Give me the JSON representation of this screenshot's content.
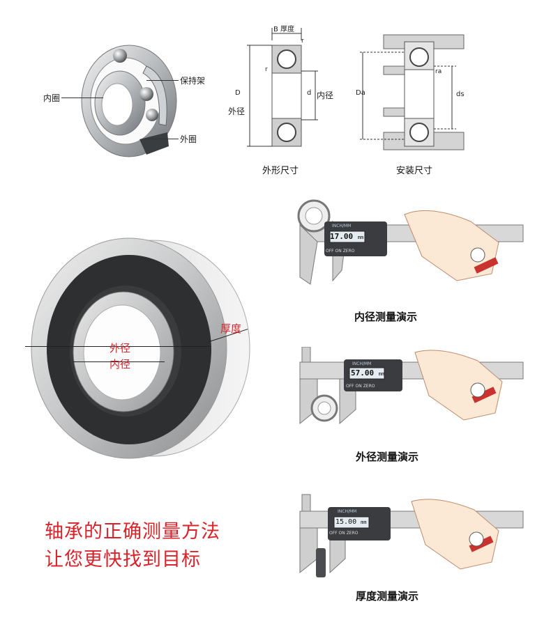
{
  "diagram1": {
    "inner_ring": "内圈",
    "cage": "保持架",
    "outer_ring": "外圈"
  },
  "diagram2": {
    "thickness": "B 厚度",
    "r_top": "r",
    "r_left": "r",
    "D": "D",
    "outer_dia": "外径",
    "d": "d",
    "inner_dia": "内径",
    "caption": "外形尺寸"
  },
  "diagram3": {
    "Da": "Da",
    "ra": "ra",
    "ds": "ds",
    "caption": "安装尺寸"
  },
  "photo": {
    "thickness": "厚度",
    "outer_dia": "外径",
    "inner_dia": "内径"
  },
  "calipers": [
    {
      "reading": "17.00",
      "unit": "mm",
      "brand": "INCH/MM",
      "buttons": [
        "OFF",
        "ON",
        "ZERO"
      ],
      "caption": "内径测量演示"
    },
    {
      "reading": "57.00",
      "unit": "mm",
      "brand": "INCH/MM",
      "buttons": [
        "OFF",
        "ON",
        "ZERO"
      ],
      "caption": "外径测量演示"
    },
    {
      "reading": "15.00",
      "unit": "mm",
      "brand": "INCH/MM",
      "buttons": [
        "OFF",
        "ON",
        "ZERO"
      ],
      "caption": "厚度测量演示"
    }
  ],
  "slogan": {
    "line1": "轴承的正确测量方法",
    "line2": "让您更快找到目标"
  }
}
